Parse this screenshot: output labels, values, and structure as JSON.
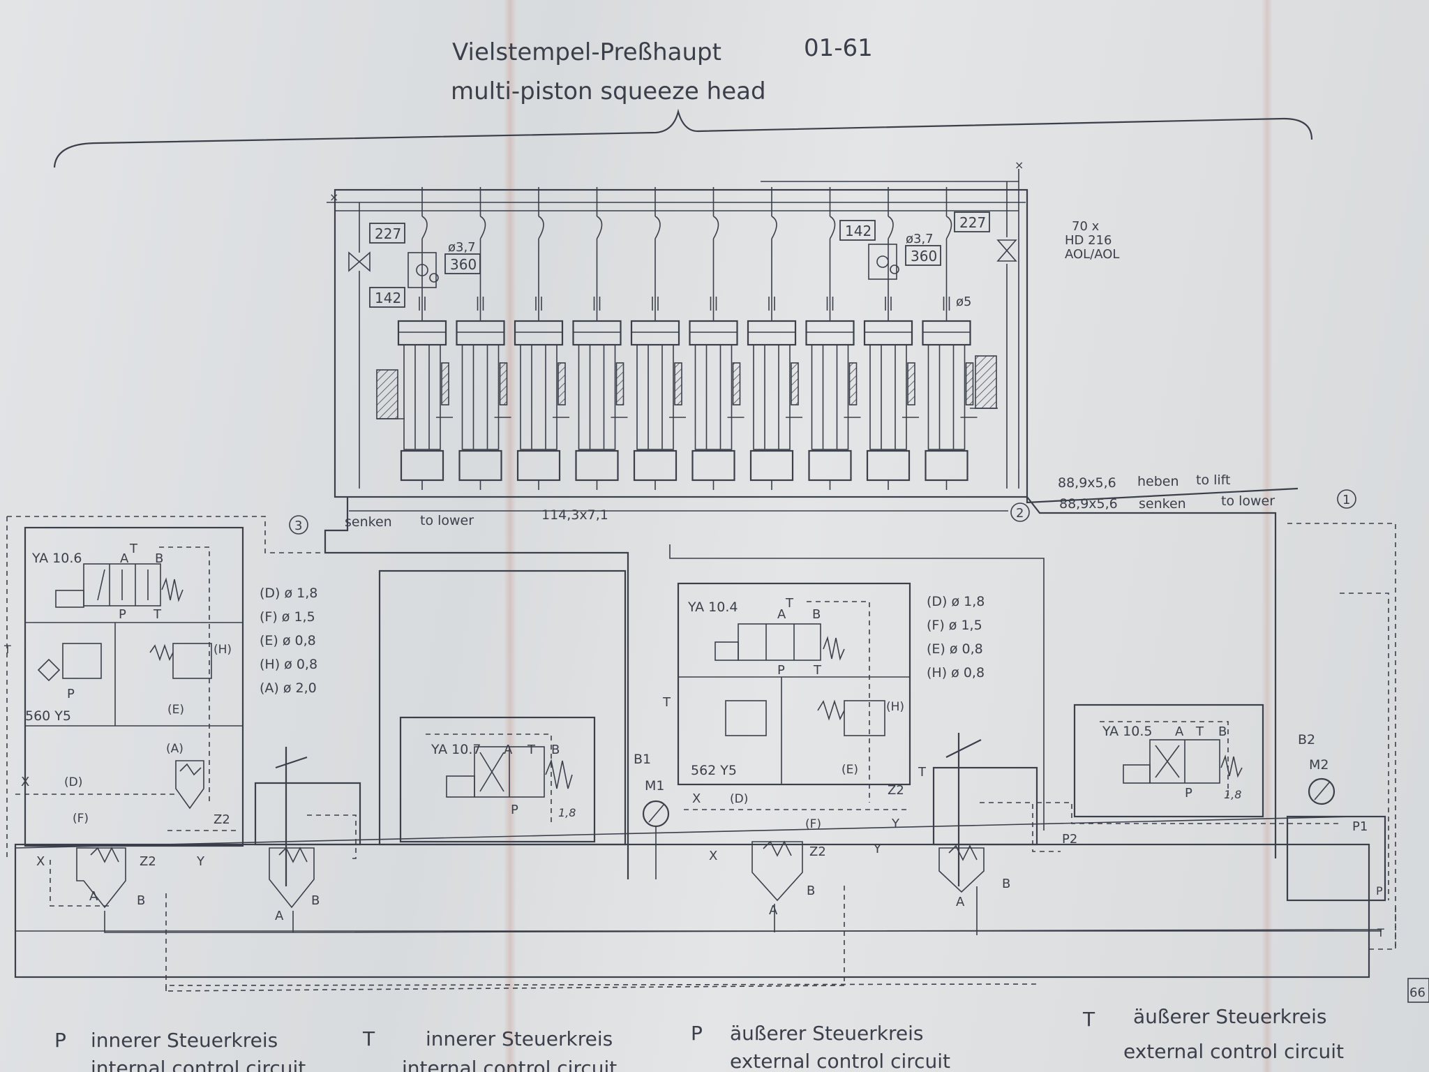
{
  "title": {
    "german": "Vielstempel-Preßhaupt",
    "code": "01-61",
    "english": "multi-piston squeeze head"
  },
  "head": {
    "pistons": 10,
    "tag_227": "227",
    "tag_142": "142",
    "tag_360": "360",
    "dia_37": "ø3,7",
    "dia_5": "ø5",
    "accumulator_note": [
      "70 x",
      "HD 216",
      "AOL/AOL"
    ]
  },
  "lines": {
    "lift_size": "88,9x5,6",
    "lift_de": "heben",
    "lift_en": "to lift",
    "lower_size": "88,9x5,6",
    "lower_de": "senken",
    "lower_en": "to lower",
    "left_lower_de": "senken",
    "left_lower_en": "to lower",
    "main_size": "114,3x7,1",
    "marker1": "1",
    "marker2": "2",
    "marker3": "3"
  },
  "orifices_left": [
    "(D) ø 1,8",
    "(F) ø 1,5",
    "(E) ø 0,8",
    "(H) ø 0,8",
    "(A) ø 2,0"
  ],
  "orifices_mid": [
    "(D) ø 1,8",
    "(F) ø 1,5",
    "(E) ø 0,8",
    "(H) ø 0,8"
  ],
  "valves": {
    "ya106": "YA 10.6",
    "ya104": "YA 10.4",
    "ya107": "YA 10.7",
    "ya105": "YA 10.5",
    "y5_left": "560 Y5",
    "y5_mid": "562 Y5"
  },
  "ports": {
    "A": "A",
    "B": "B",
    "P": "P",
    "T": "T",
    "X": "X",
    "Y": "Y",
    "Z2": "Z2",
    "D": "(D)",
    "F": "(F)",
    "E": "(E)",
    "H": "(H)",
    "Aorf": "(A)",
    "B1": "B1",
    "B2": "B2",
    "M1": "M1",
    "M2": "M2",
    "P1": "P1",
    "P2": "P2",
    "hand18": "1,8"
  },
  "page_number": "66",
  "legend": [
    {
      "letter": "P",
      "de": "innerer Steuerkreis",
      "en": "internal control circuit"
    },
    {
      "letter": "T",
      "de": "innerer Steuerkreis",
      "en": "internal control circuit"
    },
    {
      "letter": "P",
      "de": "äußerer Steuerkreis",
      "en": "external control circuit"
    },
    {
      "letter": "T",
      "de": "äußerer Steuerkreis",
      "en": "external control circuit"
    }
  ]
}
